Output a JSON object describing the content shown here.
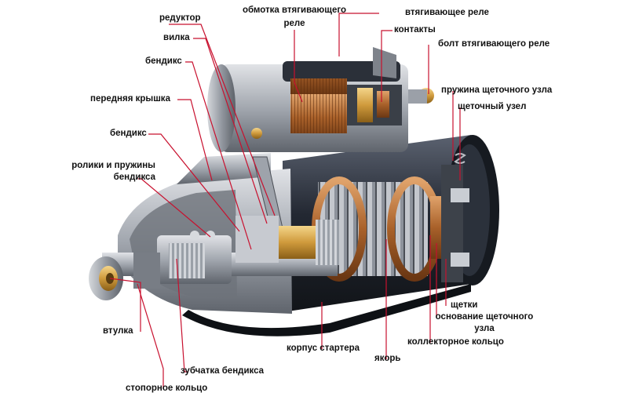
{
  "labels": {
    "reduktor": "редуктор",
    "obmotka": "обмотка втягивающего",
    "obmotka_2": "реле",
    "vtyag_rele": "втягивающее реле",
    "kontakty": "контакты",
    "vilka": "вилка",
    "bolt": "болт втягивающего реле",
    "bendiks_1": "бендикс",
    "pruzhina": "пружина щеточного узла",
    "perednyaya": "передняя крышка",
    "shchet_uzel": "щеточный узел",
    "bendiks_2": "бендикс",
    "roliki": "ролики и пружины",
    "roliki_2": "бендикса",
    "shchetki": "щетки",
    "osnovanie": "основание щеточного",
    "osnovanie_2": "узла",
    "vtulka": "втулка",
    "kollektor": "коллекторное кольцо",
    "korpus": "корпус стартера",
    "yakor": "якорь",
    "zubchatka": "зубчатка бендикса",
    "stopornoe": "стопорное кольцо"
  },
  "colors": {
    "leader": "#c8102e",
    "housing_dark": "#222833",
    "metal_light": "#b9bcc2",
    "metal_mid": "#8a8f98",
    "copper": "#b06a2c",
    "brass": "#d9a644"
  }
}
